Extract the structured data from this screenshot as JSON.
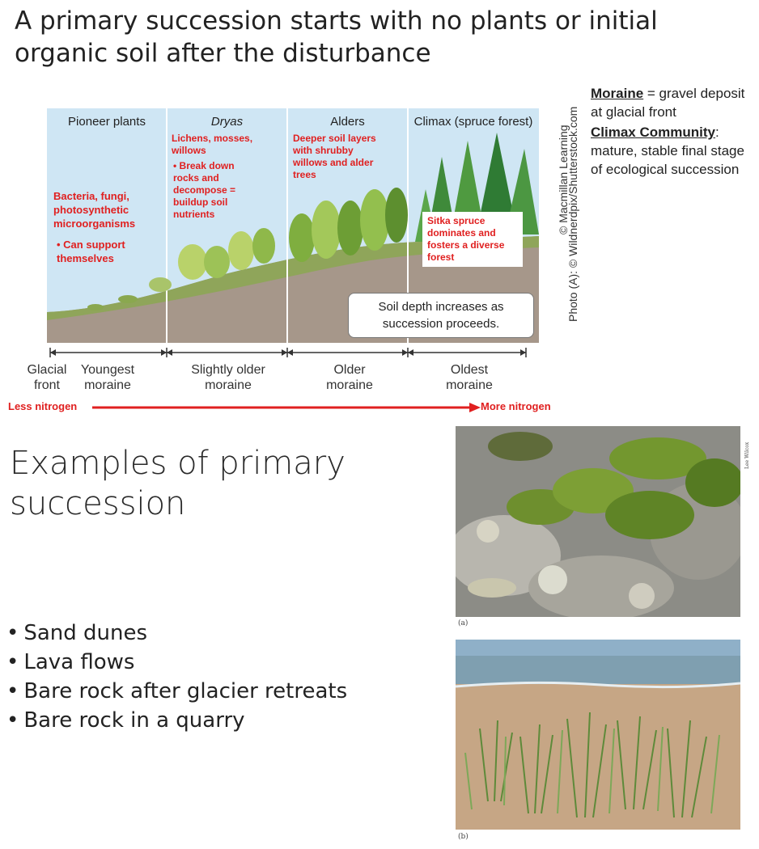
{
  "title": "A primary succession starts with no plants or initial organic soil after the disturbance",
  "diagram": {
    "stages": [
      {
        "heading": "Pioneer plants"
      },
      {
        "heading": "Dryas"
      },
      {
        "heading": "Alders"
      },
      {
        "heading": "Climax (spruce forest)"
      }
    ],
    "notes": {
      "pioneer": "Bacteria, fungi, photosynthetic microorganisms",
      "pioneer_bullet": "Can support themselves",
      "dryas": "Lichens, mosses, willows",
      "dryas_bullet": "Break down rocks and decompose = buildup soil nutrients",
      "alders": "Deeper soil layers with shrubby willows and alder trees",
      "climax": "Sitka spruce dominates and fosters a diverse forest"
    },
    "callout": "Soil depth increases as succession proceeds.",
    "axis": {
      "glacial_front": "Glacial front",
      "youngest": "Youngest moraine",
      "slightly_older": "Slightly older moraine",
      "older": "Older moraine",
      "oldest": "Oldest moraine"
    },
    "nitrogen": {
      "left": "Less nitrogen",
      "right": "More nitrogen"
    },
    "credit_line1": "Photo (A): © Wildnerdpix/Shutterstock.com",
    "credit_line2": "© Macmillan Learning"
  },
  "side_notes": {
    "moraine_term": "Moraine",
    "moraine_def": " = gravel deposit at glacial front",
    "climax_term": "Climax Community",
    "climax_def": ": mature, stable final stage of ecological succession"
  },
  "examples": {
    "heading": "Examples of primary succession",
    "items": [
      "Sand dunes",
      "Lava flows",
      "Bare rock after glacier retreats",
      "Bare rock in a quarry"
    ]
  },
  "photos": {
    "a_label": "(a)",
    "b_label": "(b)",
    "a_credit": "Lee Wilcox"
  }
}
